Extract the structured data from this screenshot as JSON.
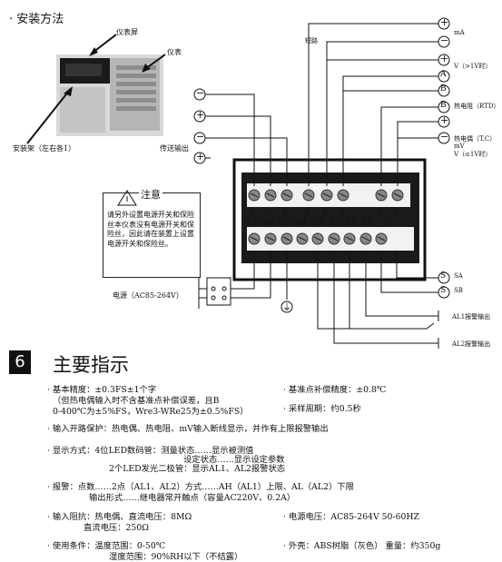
{
  "header": "· 安装方法",
  "photo_labels": {
    "screen": "仪表屏",
    "meter": "仪表",
    "bracket": "安装架（左右各1）",
    "transmit": "传送输出"
  },
  "right_labels": {
    "ma": "mA",
    "short": "短路",
    "v_gt": "V（>1V时）",
    "rtd": "热电阻（RTD）",
    "tc": "热电偶（T.C）",
    "mv": "mV",
    "v_le": "V（≤1V时）",
    "sa": "SA",
    "sb": "SB",
    "al1": "AL1报警输出",
    "al2": "AL2报警输出"
  },
  "symbols": {
    "plus": "+",
    "minus": "−",
    "a": "A",
    "b": "B",
    "sa": "S",
    "ground": "⏚"
  },
  "terminals_top": [
    "8",
    "7",
    "6",
    "5",
    "4",
    "3",
    "2",
    "1"
  ],
  "terminals_bottom": [
    "17",
    "16",
    "15",
    "14",
    "13",
    "12",
    "11",
    "10",
    "9"
  ],
  "note": {
    "title": "注意",
    "text": "请另外设置电源开关和保险丝本仪表没有电源开关和保险丝，因此请在装置上设置电源开关和保险丝。"
  },
  "power": "电源（AC85-264V）",
  "section": {
    "num": "6",
    "title": "主要指示"
  },
  "specs": {
    "basic_1": "· 基本精度：±0.3FS±1个字",
    "basic_2": "（但热电偶输入时不含基准点补偿误差，且B",
    "basic_3": "0-400℃为±5%FS，Wre3-WRe25为±0.5%FS）",
    "ref": "· 基准点补偿精度：±0.8℃",
    "period": "· 采样周期：约0.5秒",
    "open": "· 输入开路保护：热电偶、热电阻、mV输入断线显示，并作有上限报警输出",
    "disp_1": "· 显示方式：4位LED数码管：测量状态……显示被测值",
    "disp_2": "设定状态……显示设定参数",
    "disp_3": "2个LED发光二极管：显示AL1、AL2报警状态",
    "alarm_1": "· 报警：点数……2点（AL1、AL2）方式……AH（AL1）上限、AL（AL2）下限",
    "alarm_2": "输出形式……继电器常开触点（容量AC220V、0.2A）",
    "imp_1": "· 输入阻抗：热电偶、直流电压：8MΩ",
    "imp_2": "直流电压：250Ω",
    "pwr": "· 电源电压：AC85-264V 50-60HZ",
    "env_1": "· 使用条件：温度范围：0-50℃",
    "env_2": "湿度范围：90%RH以下（不结露）",
    "shape": "· 外壳：ABS树脂（灰色） 重量：约350g"
  }
}
